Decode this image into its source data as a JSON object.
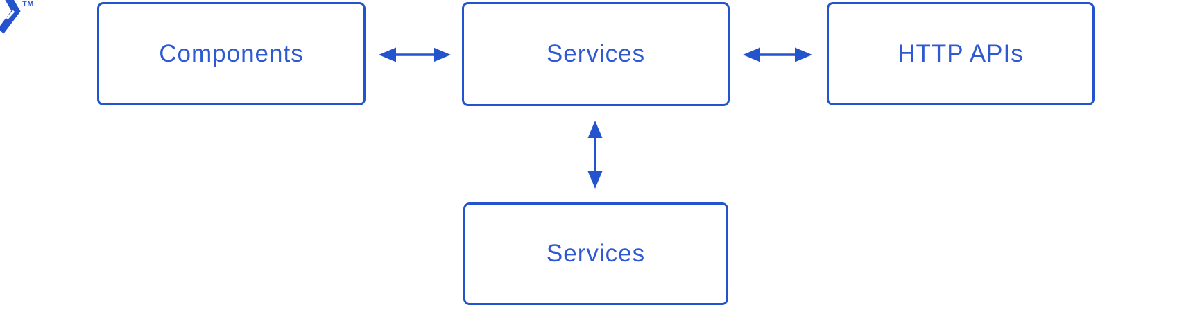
{
  "logo": {
    "name": "toptal-logo-mark-clipped",
    "trademark_label": "TM"
  },
  "colors": {
    "accent_blue": "#2353cd",
    "label_blue": "#2e59d3",
    "background": "#ffffff"
  },
  "diagram": {
    "type": "architecture-block-diagram",
    "nodes": [
      {
        "id": "components",
        "label": "Components"
      },
      {
        "id": "services_top",
        "label": "Services"
      },
      {
        "id": "http_apis",
        "label": "HTTP APIs"
      },
      {
        "id": "services_bottom",
        "label": "Services"
      }
    ],
    "connections": [
      {
        "from": "components",
        "to": "services_top",
        "direction": "bidirectional",
        "orientation": "horizontal"
      },
      {
        "from": "services_top",
        "to": "http_apis",
        "direction": "bidirectional",
        "orientation": "horizontal"
      },
      {
        "from": "services_top",
        "to": "services_bottom",
        "direction": "bidirectional",
        "orientation": "vertical"
      }
    ]
  }
}
